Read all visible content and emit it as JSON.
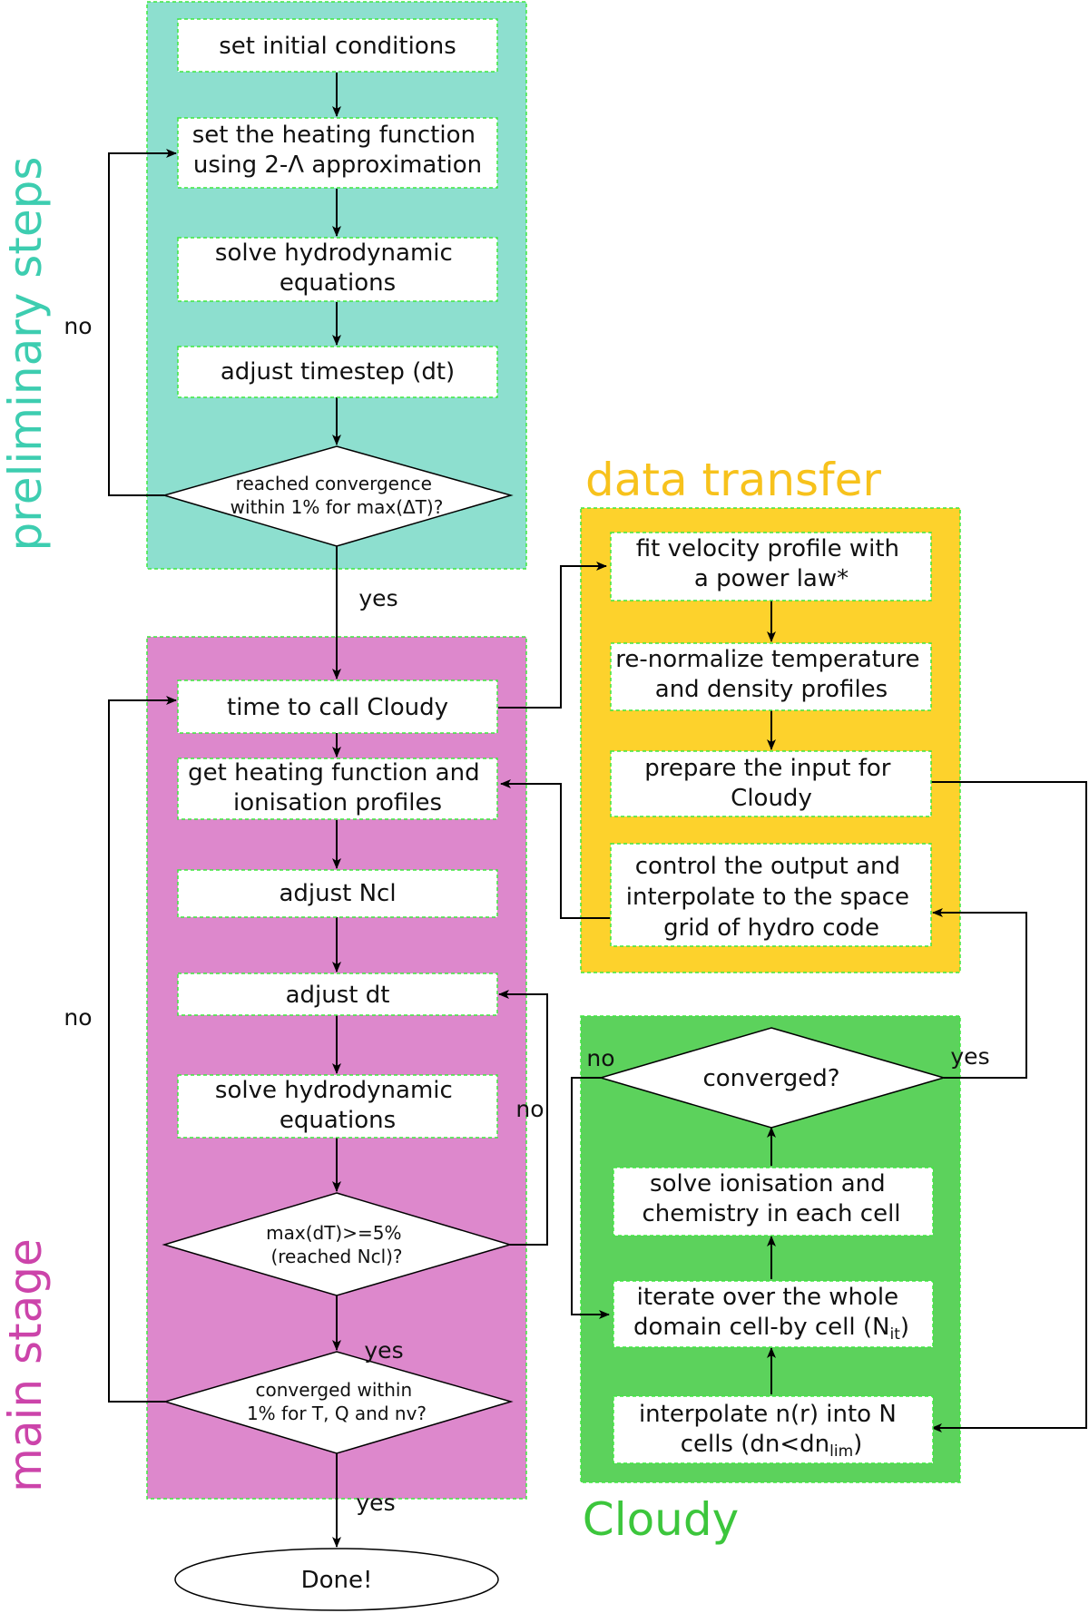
{
  "colors": {
    "preliminary_panel": "#8ddfcf",
    "main_panel": "#dd88cc",
    "transfer_panel": "#fdd22c",
    "cloudy_panel": "#5cd25c",
    "preliminary_title": "#3dcdb0",
    "main_title": "#cc44aa",
    "transfer_title": "#f7c21c",
    "cloudy_title": "#3cc63c",
    "box_border": "#3fe83f",
    "arrow": "#000000"
  },
  "titles": {
    "preliminary": "preliminary steps",
    "main": "main stage",
    "transfer": "data transfer",
    "cloudy": "Cloudy"
  },
  "preliminary": {
    "set_initial": [
      "set initial conditions"
    ],
    "heating_2lambda": [
      "set the heating function",
      "using 2-Λ approximation"
    ],
    "solve_hydro": [
      "solve hydrodynamic",
      "equations"
    ],
    "adjust_timestep": [
      "adjust timestep (dt)"
    ],
    "convergence_check": [
      "reached convergence",
      "within 1% for max(ΔT)?"
    ]
  },
  "main": {
    "call_cloudy": [
      "time to call Cloudy"
    ],
    "get_heating": [
      "get heating function and",
      "ionisation profiles"
    ],
    "adjust_ncl": [
      "adjust Ncl"
    ],
    "adjust_dt": [
      "adjust dt"
    ],
    "solve_hydro": [
      "solve hydrodynamic",
      "equations"
    ],
    "maxdt_check": [
      "max(dT)>=5%",
      "(reached Ncl)?"
    ],
    "converged_check": [
      "converged within",
      "1% for T, Q and nv?"
    ],
    "done": [
      "Done!"
    ]
  },
  "transfer": {
    "fit_velocity": [
      "fit velocity profile with",
      "a power law*"
    ],
    "renormalize": [
      "re-normalize temperature",
      "and density profiles"
    ],
    "prepare_input": [
      "prepare the input for",
      "Cloudy"
    ],
    "control_output": [
      "control the output and",
      "interpolate to the space",
      "grid of hydro code"
    ]
  },
  "cloudy": {
    "converged": [
      "converged?"
    ],
    "solve_ionisation": [
      "solve ionisation and",
      "chemistry in each cell"
    ],
    "iterate": [
      "iterate over the whole",
      "domain cell-by cell (N",
      "it",
      ")"
    ],
    "interpolate": [
      "interpolate n(r) into N",
      "cells (dn<dn",
      "lim",
      ")"
    ]
  },
  "edge_labels": {
    "prelim_no": "no",
    "prelim_yes": "yes",
    "main_no_outer": "no",
    "main_no_inner": "no",
    "main_yes_mid": "yes",
    "main_yes_final": "yes",
    "cloudy_no": "no",
    "cloudy_yes": "yes"
  }
}
